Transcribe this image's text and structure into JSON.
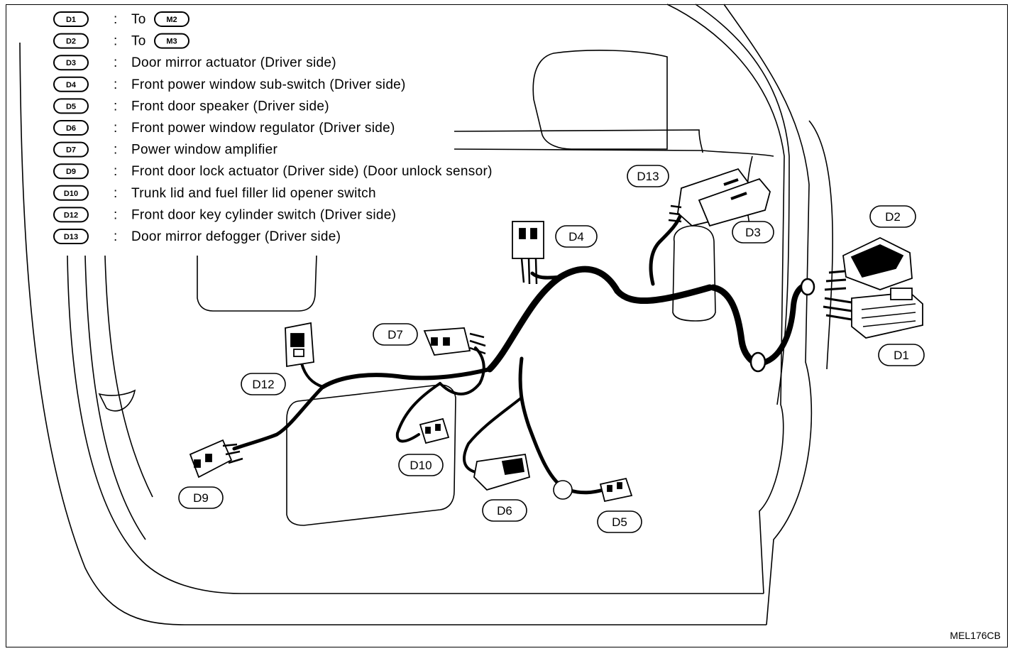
{
  "legend": [
    {
      "code": "D1",
      "sep": ":",
      "prefix": "To",
      "target": "M2",
      "text": ""
    },
    {
      "code": "D2",
      "sep": ":",
      "prefix": "To",
      "target": "M3",
      "text": ""
    },
    {
      "code": "D3",
      "sep": ":",
      "prefix": "",
      "target": "",
      "text": "Door mirror actuator (Driver side)"
    },
    {
      "code": "D4",
      "sep": ":",
      "prefix": "",
      "target": "",
      "text": "Front power window sub-switch (Driver side)"
    },
    {
      "code": "D5",
      "sep": ":",
      "prefix": "",
      "target": "",
      "text": "Front door speaker (Driver side)"
    },
    {
      "code": "D6",
      "sep": ":",
      "prefix": "",
      "target": "",
      "text": "Front power window regulator (Driver side)"
    },
    {
      "code": "D7",
      "sep": ":",
      "prefix": "",
      "target": "",
      "text": "Power window amplifier"
    },
    {
      "code": "D9",
      "sep": ":",
      "prefix": "",
      "target": "",
      "text": "Front door lock actuator (Driver side) (Door unlock sensor)"
    },
    {
      "code": "D10",
      "sep": ":",
      "prefix": "",
      "target": "",
      "text": "Trunk lid and fuel filler lid opener switch"
    },
    {
      "code": "D12",
      "sep": ":",
      "prefix": "",
      "target": "",
      "text": "Front door key cylinder switch (Driver side)"
    },
    {
      "code": "D13",
      "sep": ":",
      "prefix": "",
      "target": "",
      "text": "Door mirror defogger (Driver side)"
    }
  ],
  "callouts": {
    "d1": "D1",
    "d2": "D2",
    "d3": "D3",
    "d4": "D4",
    "d5": "D5",
    "d6": "D6",
    "d7": "D7",
    "d9": "D9",
    "d10": "D10",
    "d12": "D12",
    "d13": "D13"
  },
  "figure_code": "MEL176CB"
}
